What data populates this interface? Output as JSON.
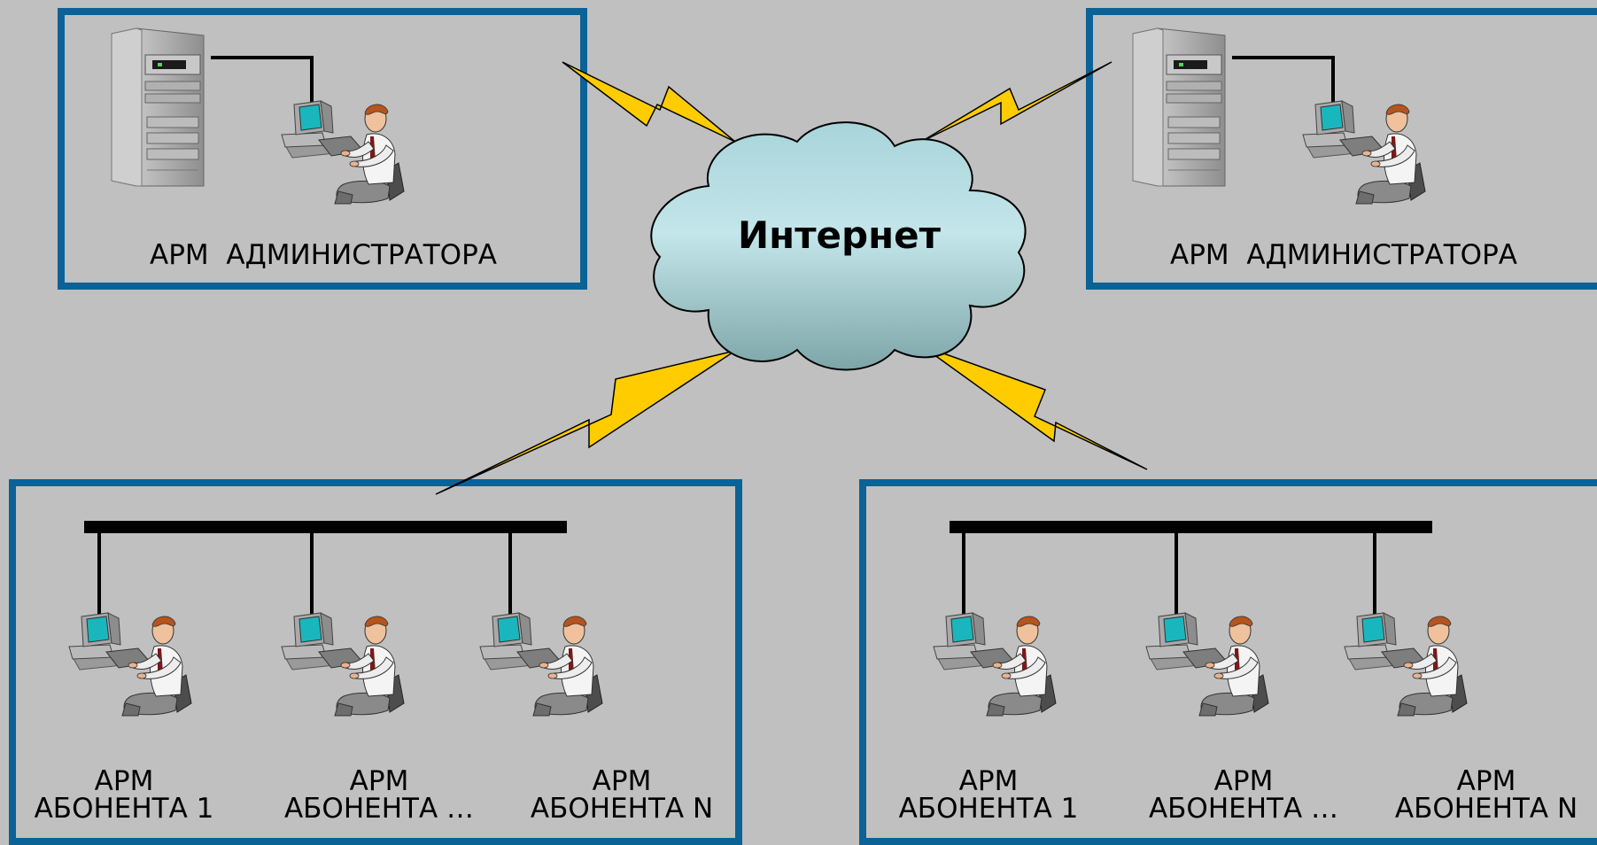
{
  "cloud": {
    "label": "Интернет"
  },
  "admin_left": {
    "label": "АРМ  АДМИНИСТРАТОРА"
  },
  "admin_right": {
    "label": "АРМ  АДМИНИСТРАТОРА"
  },
  "subscribers_left": {
    "workstations": [
      {
        "line1": "АРМ",
        "line2": "АБОНЕНТА 1"
      },
      {
        "line1": "АРМ",
        "line2": "АБОНЕНТА …"
      },
      {
        "line1": "АРМ",
        "line2": "АБОНЕНТА N"
      }
    ]
  },
  "subscribers_right": {
    "workstations": [
      {
        "line1": "АРМ",
        "line2": "АБОНЕНТА 1"
      },
      {
        "line1": "АРМ",
        "line2": "АБОНЕНТА …"
      },
      {
        "line1": "АРМ",
        "line2": "АБОНЕНТА N"
      }
    ]
  },
  "colors": {
    "background": "#c0c0c0",
    "frame": "#0b6296",
    "lightning": "#ffcc00",
    "cloud_light": "#bfe3e8",
    "cloud_dark": "#7fa8ab"
  },
  "icons": [
    "server-tower-icon",
    "operator-at-workstation-icon",
    "lightning-link-icon",
    "internet-cloud-icon"
  ]
}
